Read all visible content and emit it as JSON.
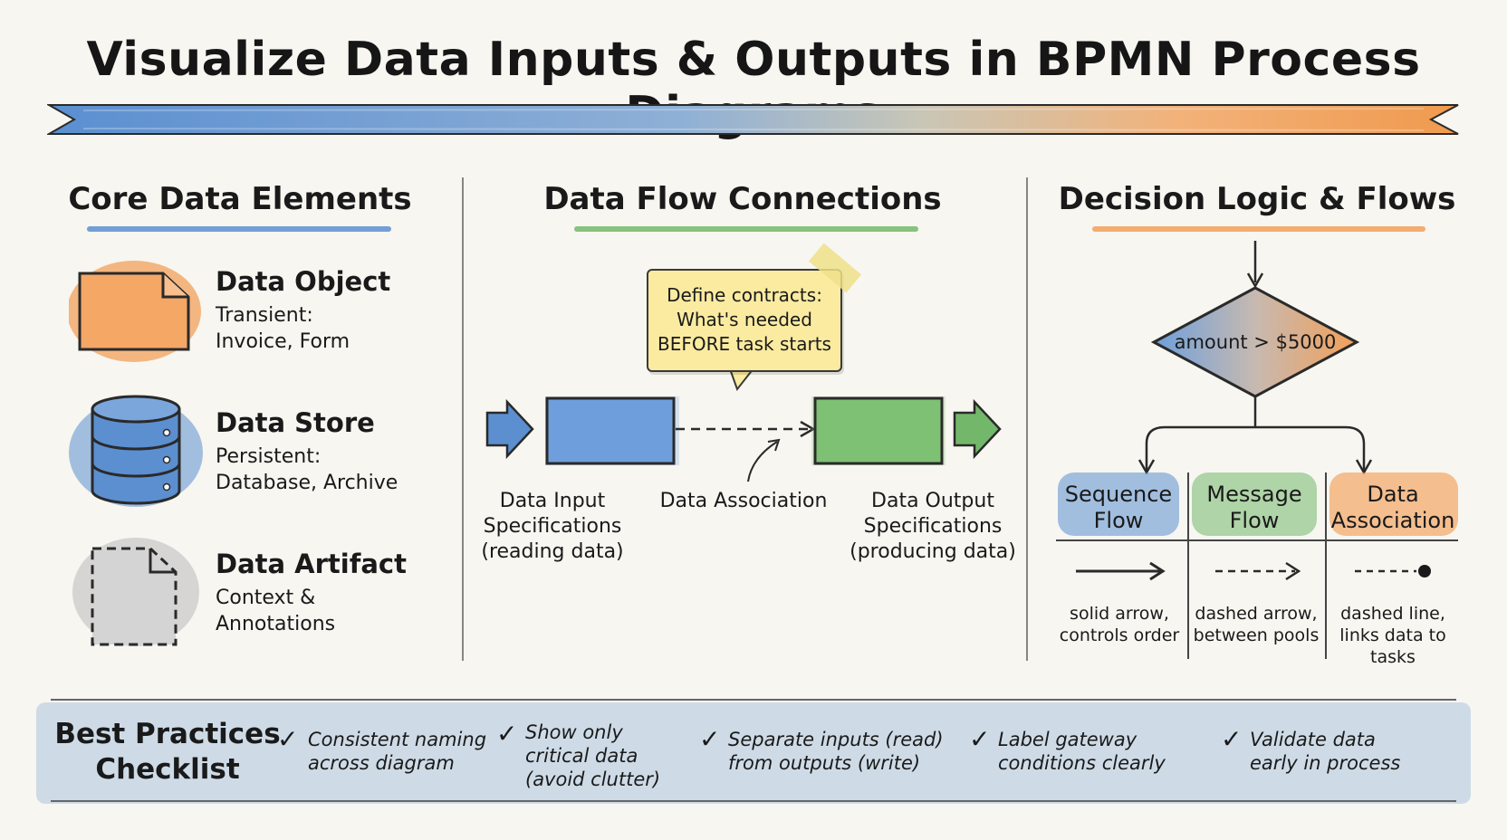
{
  "title": "Visualize Data Inputs & Outputs in BPMN Process Diagrams",
  "colors": {
    "blue": "#5b8fd0",
    "green": "#73b86a",
    "orange": "#f2a05a",
    "gray": "#c8c8c8",
    "note": "#fbeba0"
  },
  "core": {
    "heading": "Core Data Elements",
    "items": [
      {
        "icon": "data-object-icon",
        "title": "Data Object",
        "desc1": "Transient:",
        "desc2": "Invoice, Form"
      },
      {
        "icon": "data-store-icon",
        "title": "Data Store",
        "desc1": "Persistent:",
        "desc2": "Database, Archive"
      },
      {
        "icon": "data-artifact-icon",
        "title": "Data Artifact",
        "desc1": "Context &",
        "desc2": "Annotations"
      }
    ]
  },
  "flow": {
    "heading": "Data Flow Connections",
    "note": [
      "Define contracts:",
      "What's needed",
      "BEFORE task starts"
    ],
    "input_label": [
      "Data Input",
      "Specifications",
      "(reading data)"
    ],
    "assoc_label": "Data Association",
    "output_label": [
      "Data Output",
      "Specifications",
      "(producing data)"
    ]
  },
  "decision": {
    "heading": "Decision Logic & Flows",
    "condition": "amount > $5000",
    "legend": [
      {
        "head": [
          "Sequence",
          "Flow"
        ],
        "desc": [
          "solid arrow,",
          "controls order"
        ],
        "color": "#5b8fd0"
      },
      {
        "head": [
          "Message",
          "Flow"
        ],
        "desc": [
          "dashed arrow,",
          "between pools"
        ],
        "color": "#73b86a"
      },
      {
        "head": [
          "Data",
          "Association"
        ],
        "desc": [
          "dashed line,",
          "links data to",
          "tasks"
        ],
        "color": "#f2a05a"
      }
    ]
  },
  "best_practices": {
    "title": [
      "Best Practices",
      "Checklist"
    ],
    "items": [
      [
        "Consistent naming",
        "across diagram"
      ],
      [
        "Show only",
        "critical data",
        "(avoid clutter)"
      ],
      [
        "Separate inputs (read)",
        "from outputs (write)"
      ],
      [
        "Label gateway",
        "conditions clearly"
      ],
      [
        "Validate data",
        "early in process"
      ]
    ]
  }
}
